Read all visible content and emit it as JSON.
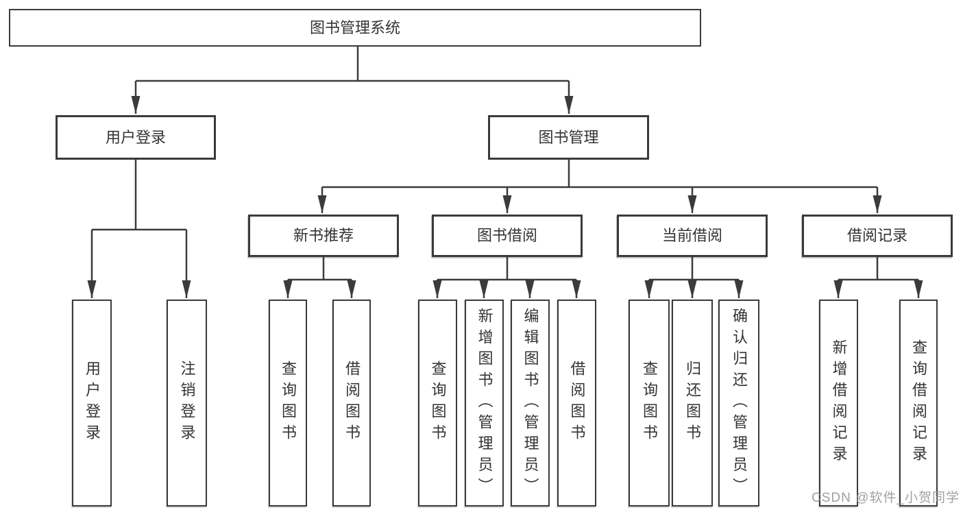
{
  "diagram_title": "图书管理系统",
  "tree": {
    "label": "图书管理系统",
    "children": [
      {
        "label": "用户登录",
        "children": [
          {
            "label": "用户登录"
          },
          {
            "label": "注销登录"
          }
        ]
      },
      {
        "label": "图书管理",
        "children": [
          {
            "label": "新书推荐",
            "children": [
              {
                "label": "查询图书"
              },
              {
                "label": "借阅图书"
              }
            ]
          },
          {
            "label": "图书借阅",
            "children": [
              {
                "label": "查询图书"
              },
              {
                "label": "新增图书（管理员）"
              },
              {
                "label": "编辑图书（管理员）"
              },
              {
                "label": "借阅图书"
              }
            ]
          },
          {
            "label": "当前借阅",
            "children": [
              {
                "label": "查询图书"
              },
              {
                "label": "归还图书"
              },
              {
                "label": "确认归还（管理员）"
              }
            ]
          },
          {
            "label": "借阅记录",
            "children": [
              {
                "label": "新增借阅记录"
              },
              {
                "label": "查询借阅记录"
              }
            ]
          }
        ]
      }
    ]
  },
  "watermark": {
    "text": "CSDN @软件_小贺同学",
    "color": "#989898"
  },
  "colors": {
    "line": "#3b3b3b",
    "box_border": "#3a3a3a",
    "box_text": "#333333",
    "background": "#ffffff"
  }
}
